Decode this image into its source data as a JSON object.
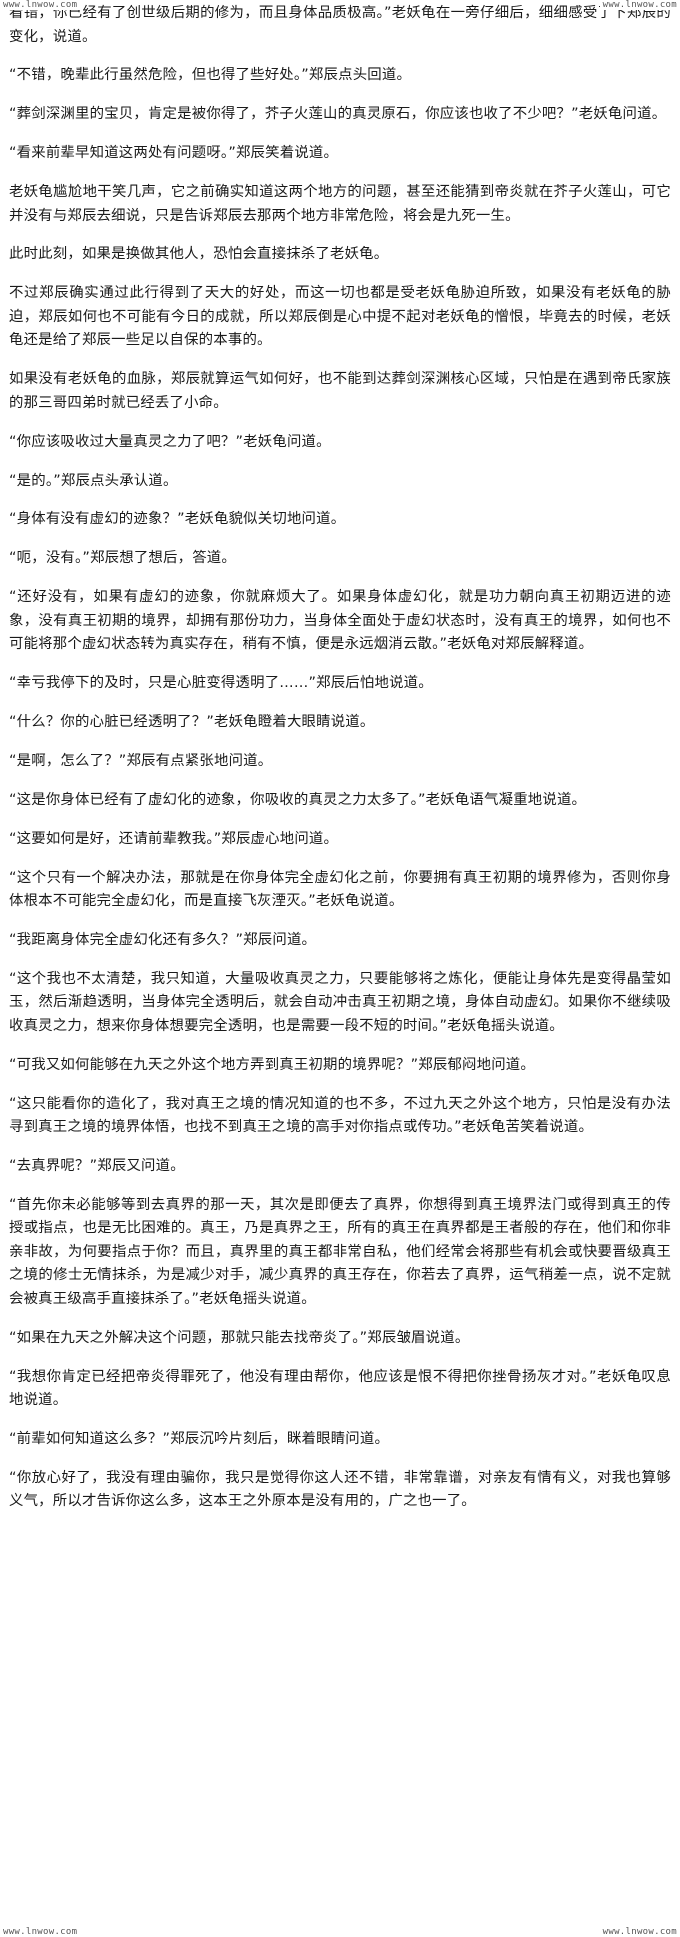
{
  "watermark": {
    "top_left": "www.lnwow.com",
    "top_right": "www.lnwow.com",
    "bottom_left": "www.lnwow.com",
    "bottom_right": "www.lnwow.com"
  },
  "paragraphs": [
    "看错，你已经有了创世级后期的修为，而且身体品质极高。”老妖龟在一旁仔细后，细细感受了下郑辰的变化，说道。",
    "“不错，晚辈此行虽然危险，但也得了些好处。”郑辰点头回道。",
    "“葬剑深渊里的宝贝，肯定是被你得了，芥子火莲山的真灵原石，你应该也收了不少吧？”老妖龟问道。",
    "“看来前辈早知道这两处有问题呀。”郑辰笑着说道。",
    "老妖龟尴尬地干笑几声，它之前确实知道这两个地方的问题，甚至还能猜到帝炎就在芥子火莲山，可它并没有与郑辰去细说，只是告诉郑辰去那两个地方非常危险，将会是九死一生。",
    "此时此刻，如果是换做其他人，恐怕会直接抹杀了老妖龟。",
    "不过郑辰确实通过此行得到了天大的好处，而这一切也都是受老妖龟胁迫所致，如果没有老妖龟的胁迫，郑辰如何也不可能有今日的成就，所以郑辰倒是心中提不起对老妖龟的憎恨，毕竟去的时候，老妖龟还是给了郑辰一些足以自保的本事的。",
    "如果没有老妖龟的血脉，郑辰就算运气如何好，也不能到达葬剑深渊核心区域，只怕是在遇到帝氏家族的那三哥四弟时就已经丢了小命。",
    "“你应该吸收过大量真灵之力了吧？”老妖龟问道。",
    "“是的。”郑辰点头承认道。",
    "“身体有没有虚幻的迹象？”老妖龟貌似关切地问道。",
    "“呃，没有。”郑辰想了想后，答道。",
    "“还好没有，如果有虚幻的迹象，你就麻烦大了。如果身体虚幻化，就是功力朝向真王初期迈进的迹象，没有真王初期的境界，却拥有那份功力，当身体全面处于虚幻状态时，没有真王的境界，如何也不可能将那个虚幻状态转为真实存在，稍有不慎，便是永远烟消云散。”老妖龟对郑辰解释道。",
    "“幸亏我停下的及时，只是心脏变得透明了……”郑辰后怕地说道。",
    "“什么？你的心脏已经透明了？”老妖龟瞪着大眼睛说道。",
    "“是啊，怎么了？”郑辰有点紧张地问道。",
    "“这是你身体已经有了虚幻化的迹象，你吸收的真灵之力太多了。”老妖龟语气凝重地说道。",
    "“这要如何是好，还请前辈教我。”郑辰虚心地问道。",
    "“这个只有一个解决办法，那就是在你身体完全虚幻化之前，你要拥有真王初期的境界修为，否则你身体根本不可能完全虚幻化，而是直接飞灰湮灭。”老妖龟说道。",
    "“我距离身体完全虚幻化还有多久？”郑辰问道。",
    "“这个我也不太清楚，我只知道，大量吸收真灵之力，只要能够将之炼化，便能让身体先是变得晶莹如玉，然后渐趋透明，当身体完全透明后，就会自动冲击真王初期之境，身体自动虚幻。如果你不继续吸收真灵之力，想来你身体想要完全透明，也是需要一段不短的时间。”老妖龟摇头说道。",
    "“可我又如何能够在九天之外这个地方弄到真王初期的境界呢？”郑辰郁闷地问道。",
    "“这只能看你的造化了，我对真王之境的情况知道的也不多，不过九天之外这个地方，只怕是没有办法寻到真王之境的境界体悟，也找不到真王之境的高手对你指点或传功。”老妖龟苦笑着说道。",
    "“去真界呢？”郑辰又问道。",
    "“首先你未必能够等到去真界的那一天，其次是即便去了真界，你想得到真王境界法门或得到真王的传授或指点，也是无比困难的。真王，乃是真界之王，所有的真王在真界都是王者般的存在，他们和你非亲非故，为何要指点于你？而且，真界里的真王都非常自私，他们经常会将那些有机会或快要晋级真王之境的修士无情抹杀，为是减少对手，减少真界的真王存在，你若去了真界，运气稍差一点，说不定就会被真王级高手直接抹杀了。”老妖龟摇头说道。",
    "“如果在九天之外解决这个问题，那就只能去找帝炎了。”郑辰皱眉说道。",
    "“我想你肯定已经把帝炎得罪死了，他没有理由帮你，他应该是恨不得把你挫骨扬灰才对。”老妖龟叹息地说道。",
    "“前辈如何知道这么多？”郑辰沉吟片刻后，眯着眼睛问道。",
    "“你放心好了，我没有理由骗你，我只是觉得你这人还不错，非常靠谱，对亲友有情有义，对我也算够义气，所以才告诉你这么多，这本王之外原本是没有用的，广之也一了。"
  ]
}
